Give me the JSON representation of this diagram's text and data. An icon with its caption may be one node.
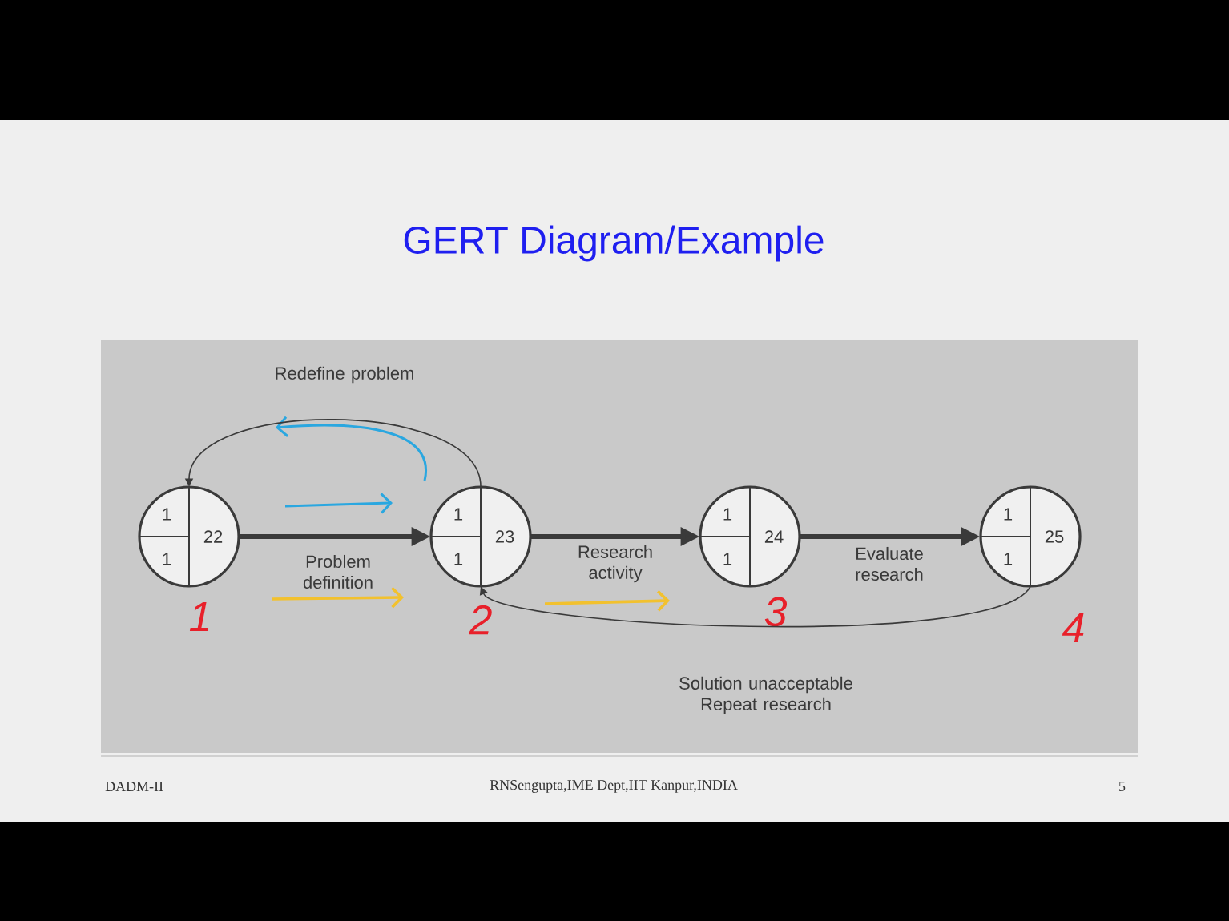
{
  "diagram": {
    "title": "GERT Diagram/Example",
    "nodes": [
      {
        "text": [
          "1",
          "1",
          "22"
        ],
        "beside": [
          "1"
        ]
      },
      {
        "text": [
          "1",
          "1",
          "23"
        ],
        "beside": [
          "2"
        ]
      },
      {
        "text": [
          "1",
          "1",
          "24"
        ],
        "beside": [
          "3"
        ]
      },
      {
        "text": [
          "1",
          "1",
          "25"
        ],
        "beside": [
          "4"
        ]
      }
    ],
    "edges": [
      {
        "from": 0,
        "to": 1,
        "arrow": "to",
        "label": "Problem definition"
      },
      {
        "from": 1,
        "to": 2,
        "arrow": "to",
        "label": "Research activity"
      },
      {
        "from": 2,
        "to": 3,
        "arrow": "to",
        "label": "Evaluate research"
      },
      {
        "from": 1,
        "to": 0,
        "arrow": "to",
        "label": "Redefine problem"
      },
      {
        "from": 3,
        "to": 1,
        "arrow": "to",
        "label": "Solution unacceptable Repeat research"
      }
    ],
    "labels": [
      "DADM-II",
      "RNSengupta,IME Dept,IIT Kanpur,INDIA",
      "5"
    ]
  }
}
